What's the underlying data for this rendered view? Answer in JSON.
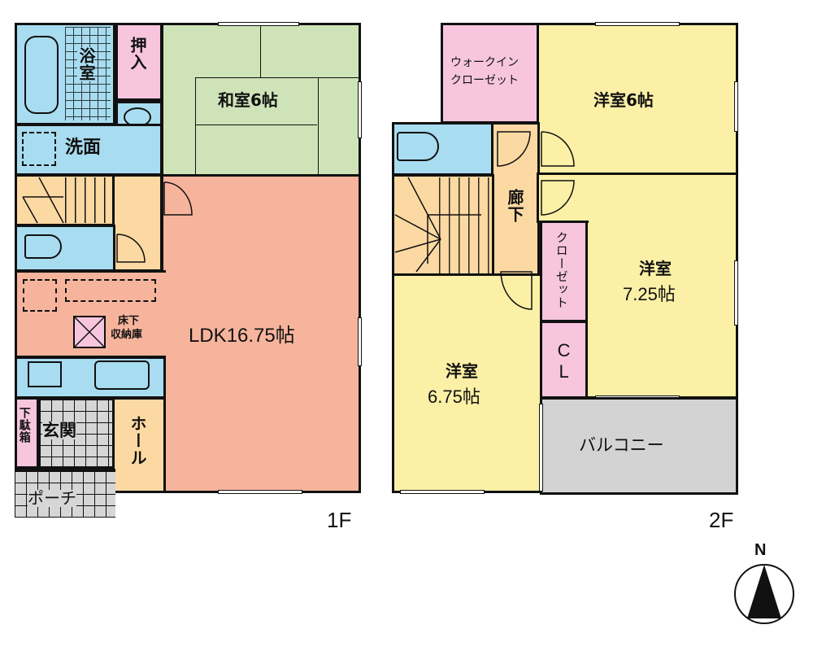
{
  "floor1": {
    "label": "1F",
    "rooms": {
      "bath": "浴室",
      "oshiire": "押入",
      "washroom": "洗面",
      "washitsu": "和室6帖",
      "ldk": "LDK16.75帖",
      "underfloor_line1": "床下",
      "underfloor_line2": "収納庫",
      "shoebox": "下駄箱",
      "entrance": "玄関",
      "hall": "ホール",
      "porch": "ポーチ"
    }
  },
  "floor2": {
    "label": "2F",
    "rooms": {
      "walkin_line1": "ウォークイン",
      "walkin_line2": "クローゼット",
      "youshitsu6": "洋室6帖",
      "corridor": "廊下",
      "closet": "クローゼット",
      "youshitsu725_line1": "洋室",
      "youshitsu725_line2": "7.25帖",
      "cl": "CL",
      "youshitsu675_line1": "洋室",
      "youshitsu675_line2": "6.75帖",
      "balcony": "バルコニー"
    }
  },
  "compass": {
    "label": "N"
  },
  "colors": {
    "blue": "#a8dcf0",
    "pink": "#f7c6de",
    "green": "#cfe3b8",
    "salmon": "#f7b49c",
    "orange": "#fcd9a2",
    "yellow": "#fbf0a6",
    "gray": "#d3d3d3",
    "wall": "#111111"
  }
}
